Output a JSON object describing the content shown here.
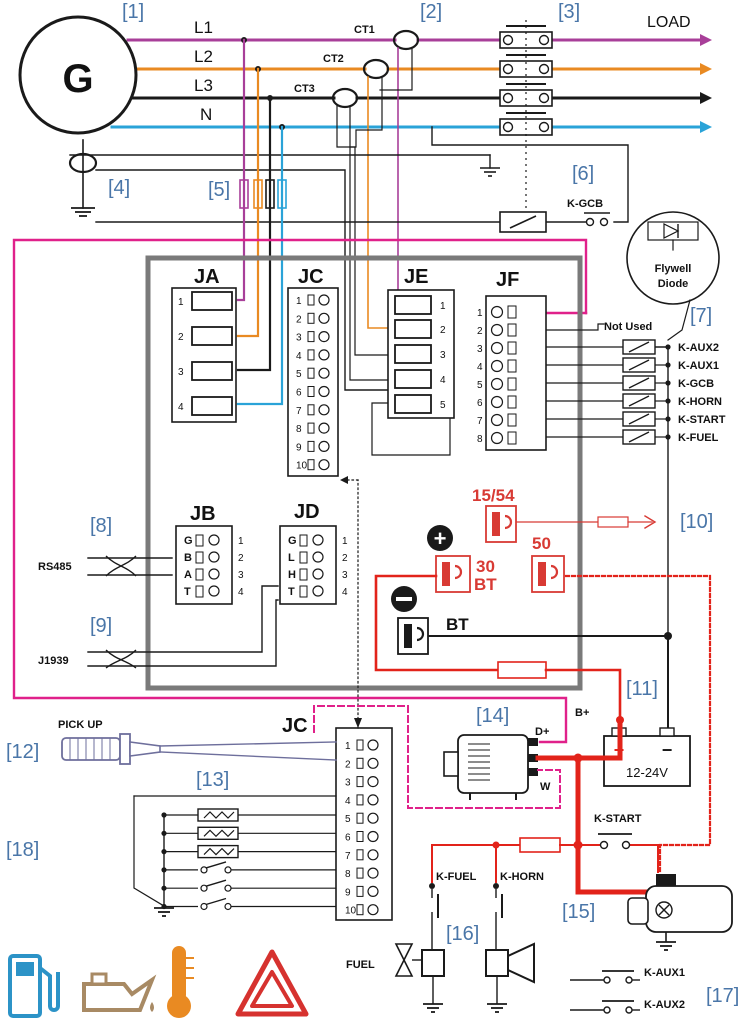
{
  "colors": {
    "phase_l1": "#a83f99",
    "phase_l2": "#e98a22",
    "phase_l3": "#1a1a1a",
    "neutral": "#2aa3d8",
    "magenta": "#e0218a",
    "battery_red": "#e2231a",
    "label_red": "#d83a34",
    "ref_blue": "#4a76a8",
    "controller_frame": "#7a7a7a"
  },
  "refs": [
    "[1]",
    "[2]",
    "[3]",
    "[4]",
    "[5]",
    "[6]",
    "[7]",
    "[8]",
    "[9]",
    "[10]",
    "[11]",
    "[12]",
    "[13]",
    "[14]",
    "[15]",
    "[16]",
    "[17]",
    "[18]"
  ],
  "generator": {
    "letter": "G"
  },
  "lines": {
    "l1": "L1",
    "l2": "L2",
    "l3": "L3",
    "n": "N",
    "load": "LOAD"
  },
  "ct": [
    "CT1",
    "CT2",
    "CT3"
  ],
  "labels": {
    "kgcb": "K-GCB",
    "flywell": [
      "Flywell",
      "Diode"
    ],
    "not_used": "Not Used",
    "rs485": "RS485",
    "j1939": "J1939",
    "pickup": "PICK UP",
    "battery": "12-24V",
    "dplus": "D+",
    "bplus": "B+",
    "w": "W",
    "kstart_relay": "K-START",
    "kfuel": "K-FUEL",
    "khorn": "K-HORN",
    "fuel": "FUEL",
    "kaux1": "K-AUX1",
    "kaux2": "K-AUX2",
    "plus": "+",
    "minus": "−"
  },
  "connectors": {
    "ja": {
      "title": "JA",
      "pins": [
        "1",
        "2",
        "3",
        "4"
      ]
    },
    "jc": {
      "title": "JC",
      "pins": [
        "1",
        "2",
        "3",
        "4",
        "5",
        "6",
        "7",
        "8",
        "9",
        "10"
      ]
    },
    "je": {
      "title": "JE",
      "pins": [
        "1",
        "2",
        "3",
        "4",
        "5"
      ]
    },
    "jf": {
      "title": "JF",
      "pins": [
        "1",
        "2",
        "3",
        "4",
        "5",
        "6",
        "7",
        "8"
      ]
    },
    "jb": {
      "title": "JB",
      "letters": [
        "G",
        "B",
        "A",
        "T"
      ],
      "pins": [
        "1",
        "2",
        "3",
        "4"
      ]
    },
    "jd": {
      "title": "JD",
      "letters": [
        "G",
        "L",
        "H",
        "T"
      ],
      "pins": [
        "1",
        "2",
        "3",
        "4"
      ]
    },
    "jc_ext": {
      "title": "JC",
      "pins": [
        "1",
        "2",
        "3",
        "4",
        "5",
        "6",
        "7",
        "8",
        "9",
        "10"
      ]
    }
  },
  "relays": [
    "K-AUX2",
    "K-AUX1",
    "K-GCB",
    "K-HORN",
    "K-START",
    "K-FUEL"
  ],
  "power_terminals": {
    "t1554": "15/54",
    "t30": "30",
    "t30b": "BT",
    "t50": "50",
    "bt": "BT"
  }
}
